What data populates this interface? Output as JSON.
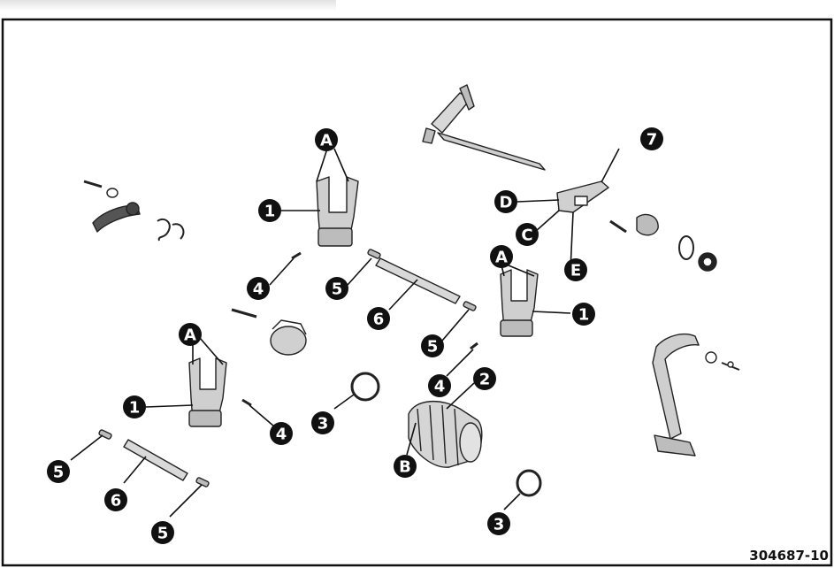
{
  "diagram": {
    "figure_id": "304687-10",
    "callout_colors": {
      "fill": "#111111",
      "text": "#ffffff"
    },
    "callouts": [
      {
        "id": "1a",
        "label": "1"
      },
      {
        "id": "1b",
        "label": "1"
      },
      {
        "id": "1c",
        "label": "1"
      },
      {
        "id": "2",
        "label": "2"
      },
      {
        "id": "3a",
        "label": "3"
      },
      {
        "id": "3b",
        "label": "3"
      },
      {
        "id": "4a",
        "label": "4"
      },
      {
        "id": "4b",
        "label": "4"
      },
      {
        "id": "4c",
        "label": "4"
      },
      {
        "id": "5a",
        "label": "5"
      },
      {
        "id": "5b",
        "label": "5"
      },
      {
        "id": "5c",
        "label": "5"
      },
      {
        "id": "5d",
        "label": "5"
      },
      {
        "id": "6a",
        "label": "6"
      },
      {
        "id": "6b",
        "label": "6"
      },
      {
        "id": "7",
        "label": "7"
      },
      {
        "id": "Aa",
        "label": "A"
      },
      {
        "id": "Ab",
        "label": "A"
      },
      {
        "id": "Ac",
        "label": "A"
      },
      {
        "id": "B",
        "label": "B"
      },
      {
        "id": "C",
        "label": "C"
      },
      {
        "id": "D",
        "label": "D"
      },
      {
        "id": "E",
        "label": "E"
      }
    ]
  }
}
